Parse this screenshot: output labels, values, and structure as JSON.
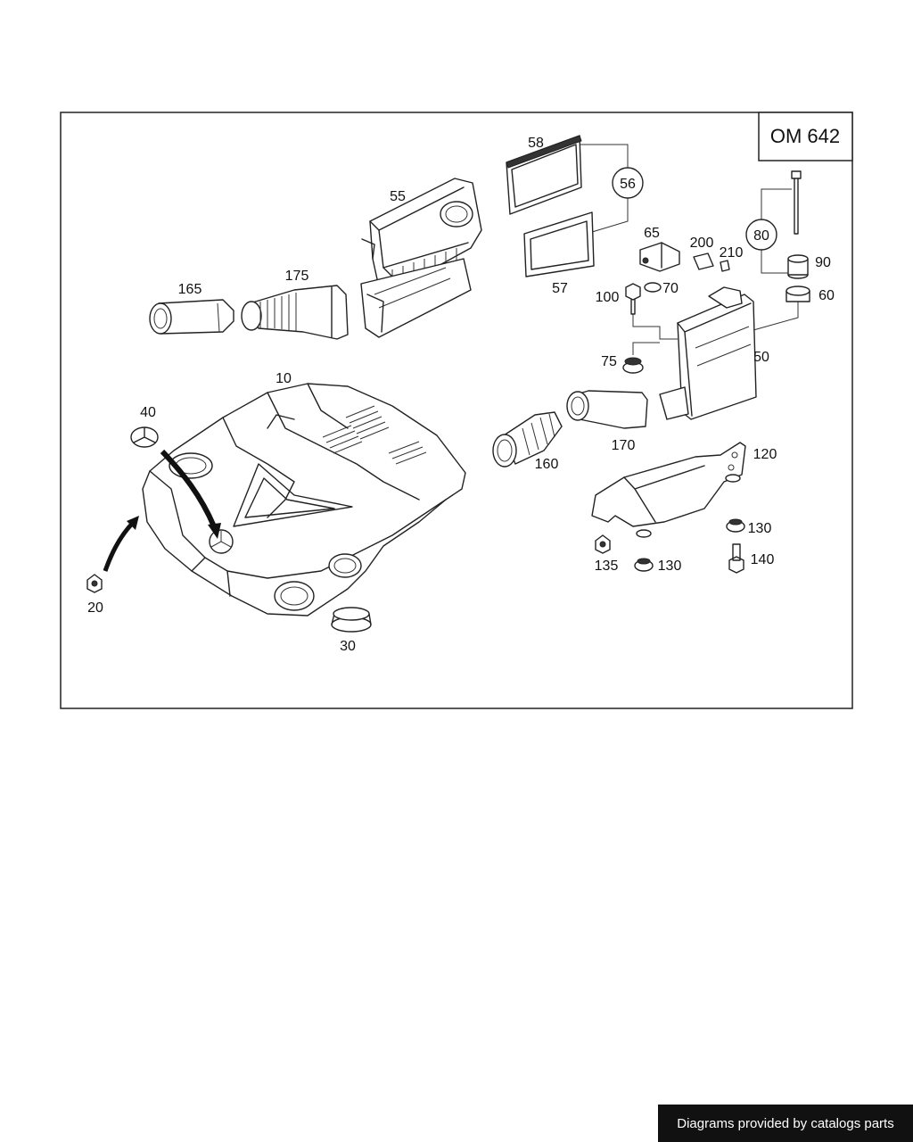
{
  "diagram": {
    "engine_code": "OM 642",
    "parts": {
      "p10": "10",
      "p20": "20",
      "p30": "30",
      "p40": "40",
      "p50": "50",
      "p55": "55",
      "p56": "56",
      "p57": "57",
      "p58": "58",
      "p60": "60",
      "p65": "65",
      "p70": "70",
      "p75": "75",
      "p80": "80",
      "p90": "90",
      "p100": "100",
      "p120": "120",
      "p130a": "130",
      "p130b": "130",
      "p135": "135",
      "p140": "140",
      "p160": "160",
      "p165": "165",
      "p170": "170",
      "p175": "175",
      "p200": "200",
      "p210": "210"
    }
  },
  "footer": {
    "text": "Diagrams provided by catalogs parts"
  }
}
